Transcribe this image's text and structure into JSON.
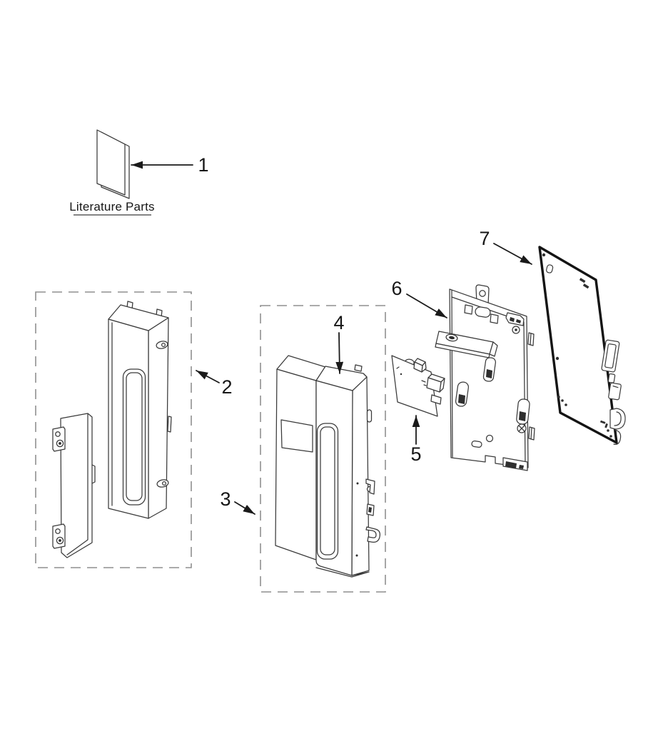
{
  "figure": {
    "background": "#ffffff",
    "line_color": "#3a3a3a",
    "dashed_box_color": "#8f8f8f",
    "pcb_outline_color": "#141414",
    "arrow_color": "#1a1a1a",
    "label_color": "#161616",
    "dark_detail_color": "#2f2f2f"
  },
  "callouts": [
    {
      "number": "1",
      "caption": "Literature Parts"
    },
    {
      "number": "2"
    },
    {
      "number": "3"
    },
    {
      "number": "4"
    },
    {
      "number": "5"
    },
    {
      "number": "6"
    },
    {
      "number": "7"
    }
  ]
}
